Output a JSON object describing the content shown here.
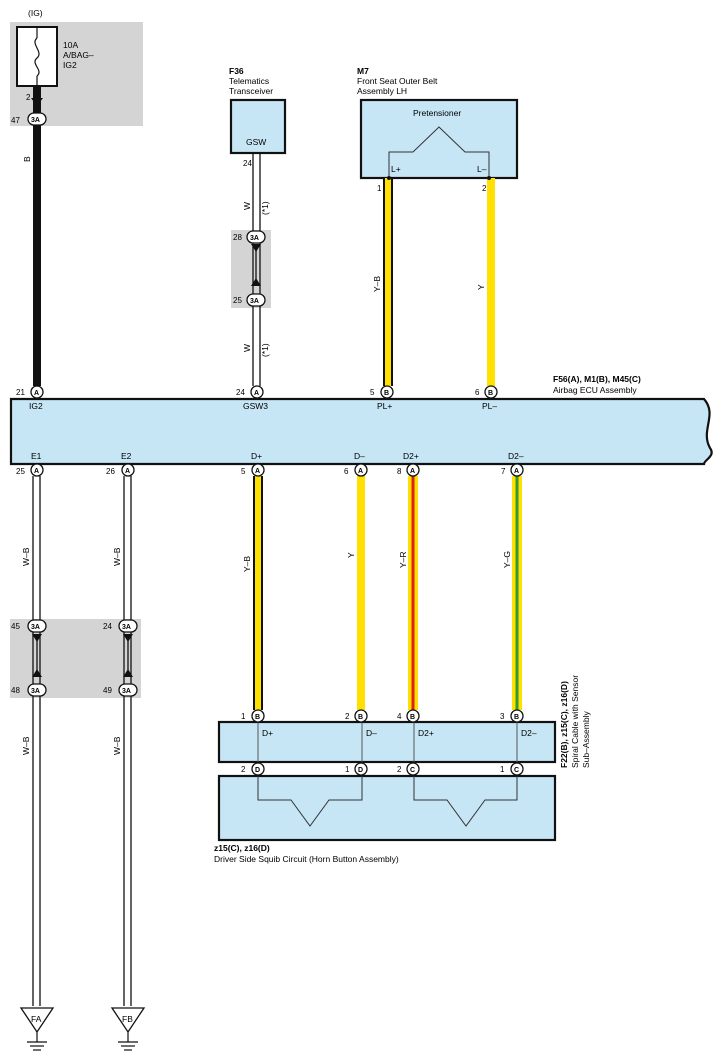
{
  "power": {
    "label": "(IG)",
    "fuse_rating": "10A",
    "fuse_name_1": "A/BAG–",
    "fuse_name_2": "IG2",
    "fuse_pin": "2"
  },
  "telematics": {
    "code": "F36",
    "name_1": "Telematics",
    "name_2": "Transceiver",
    "pin_name": "GSW",
    "pin": "24"
  },
  "pretensioner": {
    "code": "M7",
    "name_1": "Front Seat Outer Belt",
    "name_2": "Assembly LH",
    "label": "Pretensioner",
    "pin_lp": "L+",
    "pin_lm": "L–",
    "pin_1": "1",
    "pin_2": "2"
  },
  "ecu": {
    "code": "F56(A), M1(B), M45(C)",
    "name": "Airbag ECU Assembly",
    "top_pins": [
      {
        "num": "21",
        "conn": "A",
        "name": "IG2"
      },
      {
        "num": "24",
        "conn": "A",
        "name": "GSW3"
      },
      {
        "num": "5",
        "conn": "B",
        "name": "PL+"
      },
      {
        "num": "6",
        "conn": "B",
        "name": "PL–"
      }
    ],
    "bottom_pins": [
      {
        "num": "25",
        "conn": "A",
        "name": "E1"
      },
      {
        "num": "26",
        "conn": "A",
        "name": "E2"
      },
      {
        "num": "5",
        "conn": "A",
        "name": "D+"
      },
      {
        "num": "6",
        "conn": "A",
        "name": "D–"
      },
      {
        "num": "8",
        "conn": "A",
        "name": "D2+"
      },
      {
        "num": "7",
        "conn": "A",
        "name": "D2–"
      }
    ]
  },
  "wires": {
    "ig2": "B",
    "gsw_upper": "W",
    "gsw_lower": "W",
    "option_note": "(*1)",
    "pl_plus": "Y–B",
    "pl_minus": "Y",
    "e1_upper": "W–B",
    "e1_lower": "W–B",
    "e2_upper": "W–B",
    "e2_lower": "W–B",
    "d_plus": "Y–B",
    "d_minus": "Y",
    "d2_plus": "Y–R",
    "d2_minus": "Y–G"
  },
  "junctions": {
    "ig2": {
      "num": "47",
      "conn": "3A"
    },
    "gsw_top": {
      "num": "28",
      "conn": "3A"
    },
    "gsw_bottom": {
      "num": "25",
      "conn": "3A"
    },
    "e1_top": {
      "num": "45",
      "conn": "3A"
    },
    "e1_bottom": {
      "num": "48",
      "conn": "3A"
    },
    "e2_top": {
      "num": "24",
      "conn": "3A"
    },
    "e2_bottom": {
      "num": "49",
      "conn": "3A"
    }
  },
  "spiral": {
    "code_1": "F22(B), z15(C), z16(D)",
    "name_1": "Spiral Cable with Sensor",
    "name_2": "Sub–Assembly",
    "top_pins": [
      {
        "num": "1",
        "conn": "B",
        "name": "D+"
      },
      {
        "num": "2",
        "conn": "B",
        "name": "D–"
      },
      {
        "num": "4",
        "conn": "B",
        "name": "D2+"
      },
      {
        "num": "3",
        "conn": "B",
        "name": "D2–"
      }
    ],
    "bottom_pins": [
      {
        "num": "2",
        "conn": "D"
      },
      {
        "num": "1",
        "conn": "D"
      },
      {
        "num": "2",
        "conn": "C"
      },
      {
        "num": "1",
        "conn": "C"
      }
    ]
  },
  "squib": {
    "code": "z15(C), z16(D)",
    "name": "Driver Side Squib Circuit (Horn Button Assembly)"
  },
  "grounds": {
    "fa": "FA",
    "fb": "FB"
  },
  "colors": {
    "box_fill": "#c6e6f6",
    "yellow": "#ffe000",
    "red": "#e0201a",
    "green": "#2f9a3a",
    "splice_gray": "#d4d4d4"
  }
}
